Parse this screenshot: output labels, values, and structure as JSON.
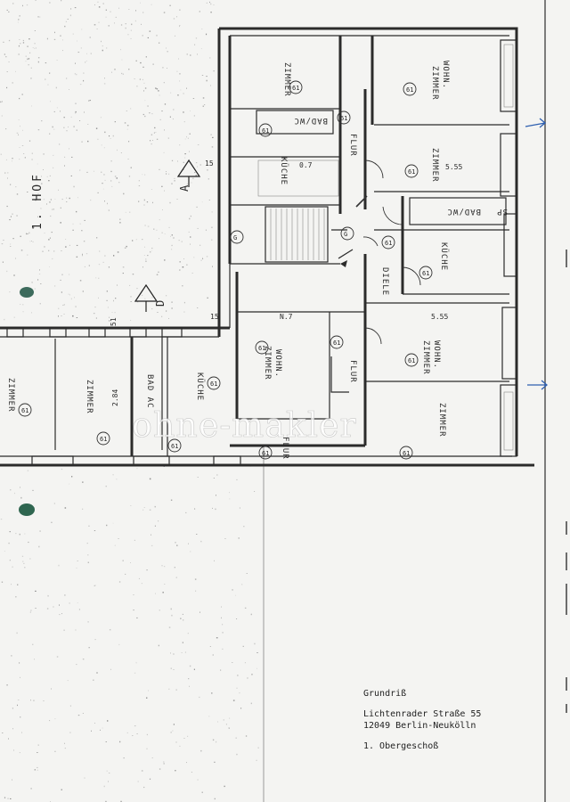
{
  "plan": {
    "courtyard": "1. HOF",
    "section_a": "A",
    "section_d": "D",
    "rooms": {
      "zimmer_top_left": "ZIMMER",
      "wohnzimmer_top_right": [
        "WOHN.",
        "ZIMMER"
      ],
      "badwc_1": "BAD/WC",
      "kueche_1": "KÜCHE",
      "flur_1": "FLUR",
      "zimmer_mid_right": "ZIMMER",
      "badwc_2": "BAD/WC",
      "sp": "SP",
      "kueche_2": "KÜCHE",
      "diele": "DIELE",
      "wohnzimmer_center": [
        "WOHN.",
        "ZIMMER"
      ],
      "flur_2": "FLUR",
      "wohnzimmer_right": [
        "WOHN.",
        "ZIMMER"
      ],
      "zimmer_bottom_right": "ZIMMER",
      "flur_3": "FLUR",
      "kueche_3": "KÜCHE",
      "bad_3": "BAD AC",
      "zimmer_wing_1": "ZIMMER",
      "zimmer_wing_2": "ZIMMER"
    },
    "dims": {
      "d1": "15",
      "d2": "15",
      "d3": "51",
      "d4": "2.84",
      "d5": "5.55",
      "d6": "5.55",
      "d7": "0.7",
      "d8": "N.7"
    },
    "marks": {
      "m_zimmer_tl": "61",
      "m_wohn_tr": "61",
      "m_bad1": "61",
      "m_flur1": "61",
      "m_zimmer_mr": "61",
      "m_kueche2": "61",
      "m_diele": "61",
      "m_stair": "G",
      "m_stair2": "G",
      "m_wohn_c": "61",
      "m_flur2": "61",
      "m_wohn_r": "61",
      "m_zimmer_br": "61",
      "m_flur3": "61",
      "m_kueche3": "61",
      "m_zimmer_w1": "61",
      "m_zimmer_w2": "61",
      "m_bad1b": "61"
    }
  },
  "watermark": "ohne-makler",
  "title_block": {
    "title": "Grundriß",
    "street": "Lichtenrader Straße 55",
    "city": "12049 Berlin-Neukölln",
    "floor": "1. Obergeschoß"
  }
}
